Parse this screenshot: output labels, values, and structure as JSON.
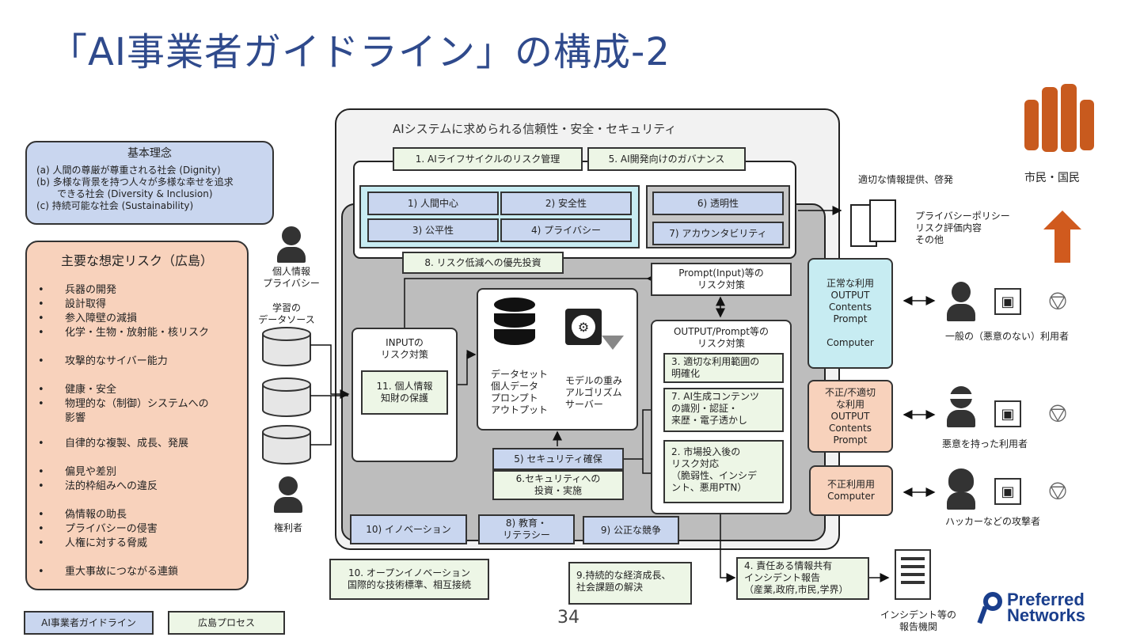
{
  "title": "「AI事業者ガイドライン」の構成-2",
  "page_number": "34",
  "basic": {
    "title": "基本理念",
    "items": [
      "(a) 人間の尊厳が尊重される社会 (Dignity)",
      "(b) 多様な背景を持つ人々が多様な幸せを追求",
      "できる社会 (Diversity & Inclusion)",
      "(c) 持続可能な社会 (Sustainability)"
    ]
  },
  "risks": {
    "title": "主要な想定リスク（広島）",
    "items": [
      "兵器の開発",
      "設計取得",
      "参入障壁の減損",
      "化学・生物・放射能・核リスク",
      "攻撃的なサイバー能力",
      "健康・安全",
      "物理的な（制御）システムへの",
      "影響",
      "自律的な複製、成長、発展",
      "偏見や差別",
      "法的枠組みへの違反",
      "偽情報の助長",
      "プライバシーの侵害",
      "人権に対する脅威",
      "重大事故につながる連鎖"
    ]
  },
  "left_labels": {
    "personal": "個人情報\nプライバシー",
    "learning": "学習の\nデータソース",
    "rights": "権利者"
  },
  "main_title": "AIシステムに求められる信頼性・安全・セキュリティ",
  "top_tags": [
    "1. AIライフサイクルのリスク管理",
    "5. AI開発向けのガバナンス"
  ],
  "principles": [
    "1) 人間中心",
    "2) 安全性",
    "3) 公平性",
    "4) プライバシー"
  ],
  "transparency": [
    "6) 透明性",
    "7) アカウンタビリティ"
  ],
  "priority": "8. リスク低減への優先投資",
  "input": {
    "title": "INPUTの\nリスク対策",
    "item": "11. 個人情報\n知財の保護"
  },
  "center": {
    "items": "データセット\n個人データ\nプロンプト\nアウトプット",
    "model": "モデルの重み\nアルゴリズム\nサーバー"
  },
  "prompt_box": "Prompt(Input)等の\nリスク対策",
  "output": {
    "title": "OUTPUT/Prompt等の\nリスク対策",
    "items": [
      "3. 適切な利用範囲の\n明確化",
      "7. AI生成コンテンツ\nの識別・認証・\n来歴・電子透かし",
      "2. 市場投入後の\nリスク対応\n（脆弱性、インシデ\nント、悪用PTN）"
    ]
  },
  "security": {
    "a": "5) セキュリティ確保",
    "b": "6.セキュリティへの\n投資・実施"
  },
  "bottom": {
    "innovation": "10) イノベーション",
    "education": "8) 教育・\nリテラシー",
    "competition": "9) 公正な競争",
    "open": "10. オープンイノベーション\n国際的な技術標準、相互接続",
    "growth": "9.持続的な経済成長、\n社会課題の解決",
    "incident": "4. 責任ある情報共有\nインシデント報告\n（産業,政府,市民,学界）"
  },
  "right": {
    "info": "適切な情報提供、啓発",
    "docs": "プライバシーポリシー\nリスク評価内容\nその他",
    "citizens": "市民・国民",
    "normal": "正常な利用\nOUTPUT\nContents\nPrompt\n\nComputer",
    "improper": "不正/不適切\nな利用\nOUTPUT\nContents\nPrompt",
    "fraud": "不正利用用\nComputer",
    "user_normal": "一般の（悪意のない）利用者",
    "user_malicious": "悪意を持った利用者",
    "user_hacker": "ハッカーなどの攻撃者",
    "agency": "インシデント等の\n報告機関"
  },
  "legend": {
    "guideline": "AI事業者ガイドライン",
    "hiroshima": "広島プロセス"
  },
  "logo": {
    "line1": "Preferred",
    "line2": "Networks"
  },
  "colors": {
    "title": "#2f4a8c",
    "blue": "#c9d6ef",
    "green": "#edf6e6",
    "cyan": "#c7ecf2",
    "peach": "#f8d2bc",
    "orange": "#d05a1e"
  }
}
